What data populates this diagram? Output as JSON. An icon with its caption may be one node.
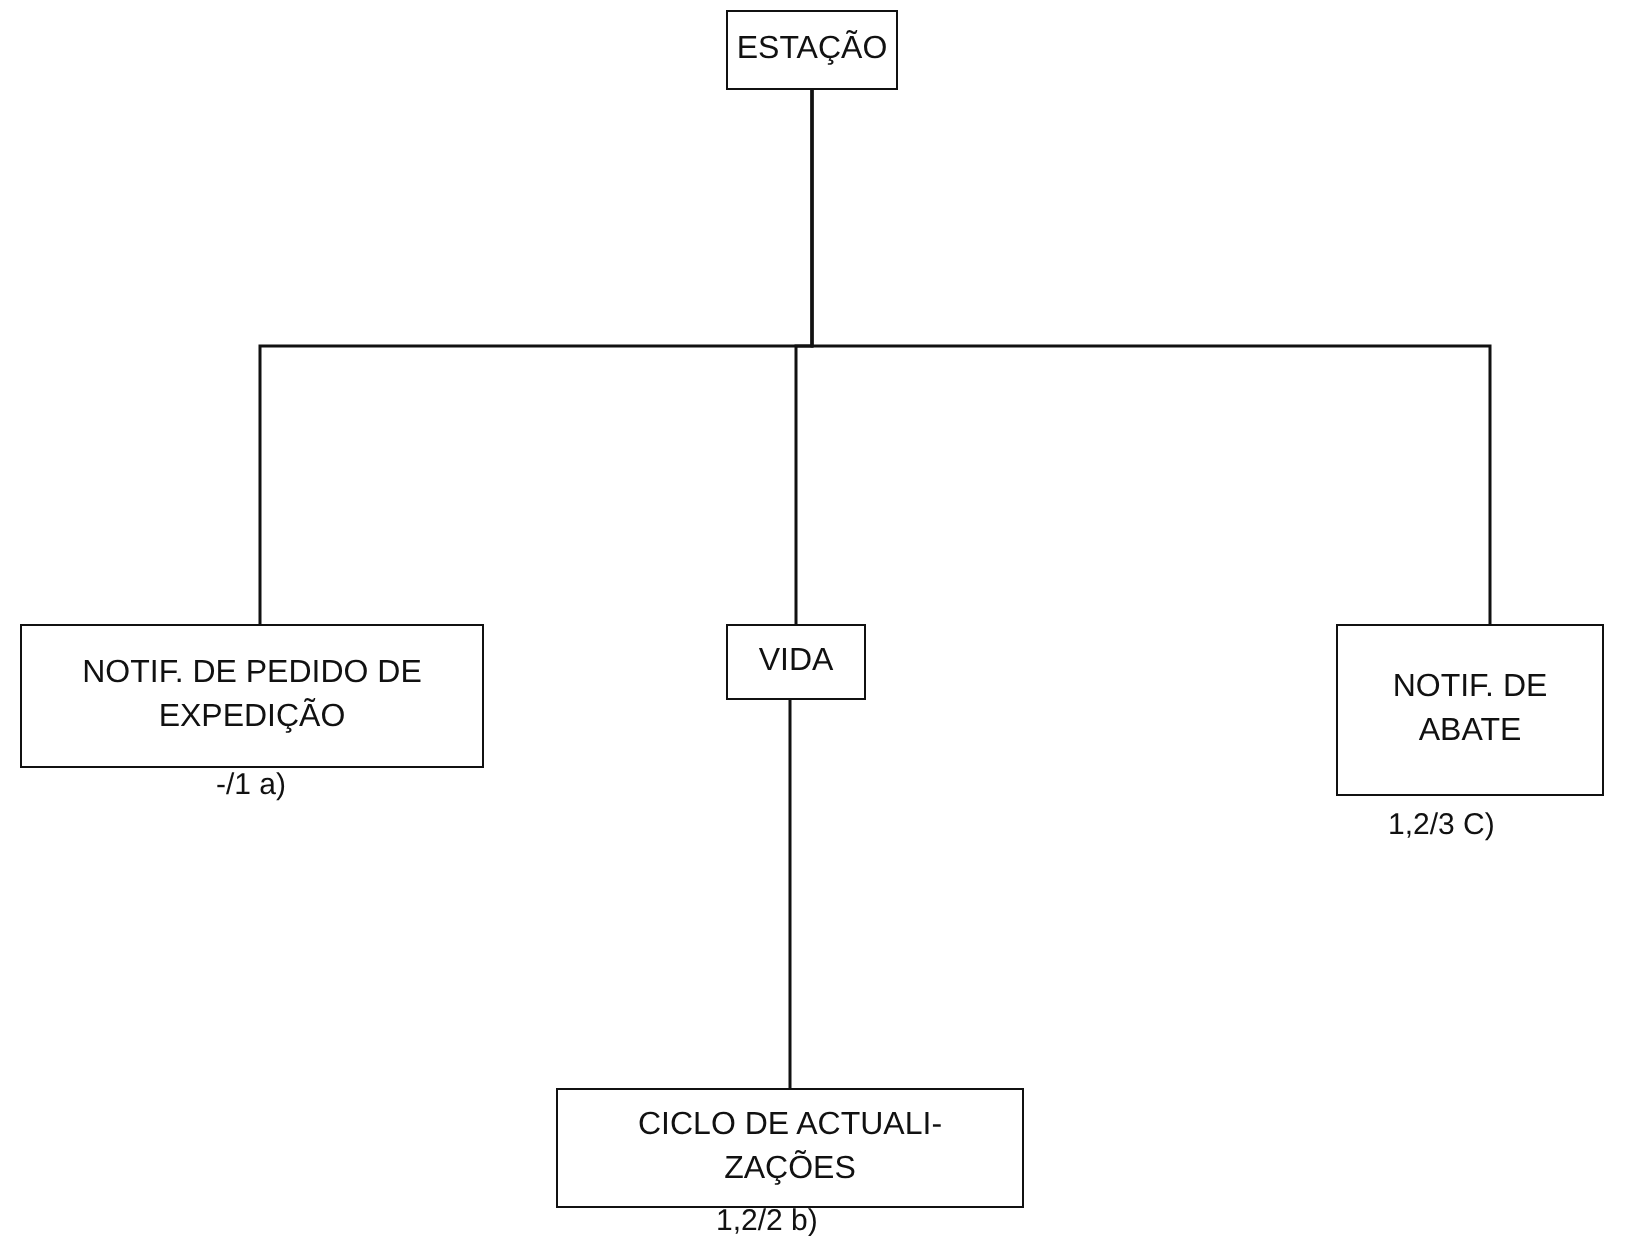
{
  "diagram": {
    "nodes": [
      {
        "text": [
          "ESTAÇÃO"
        ]
      },
      {
        "text": [
          "NOTIF. DE PEDIDO DE EXPEDIÇÃO"
        ],
        "beside": [
          "-/1 a)"
        ]
      },
      {
        "text": [
          "VIDA"
        ]
      },
      {
        "text": [
          "NOTIF. DE ABATE"
        ],
        "beside": [
          "1,2/3 C)"
        ]
      },
      {
        "text": [
          "CICLO DE ACTUALI- ZAÇÕES"
        ],
        "beside": [
          "1,2/2 b)"
        ]
      }
    ],
    "edges": [
      {
        "from": 0,
        "to": 1,
        "arrow": "none"
      },
      {
        "from": 0,
        "to": 2,
        "arrow": "none"
      },
      {
        "from": 0,
        "to": 3,
        "arrow": "none"
      },
      {
        "from": 2,
        "to": 4,
        "arrow": "none"
      }
    ]
  }
}
